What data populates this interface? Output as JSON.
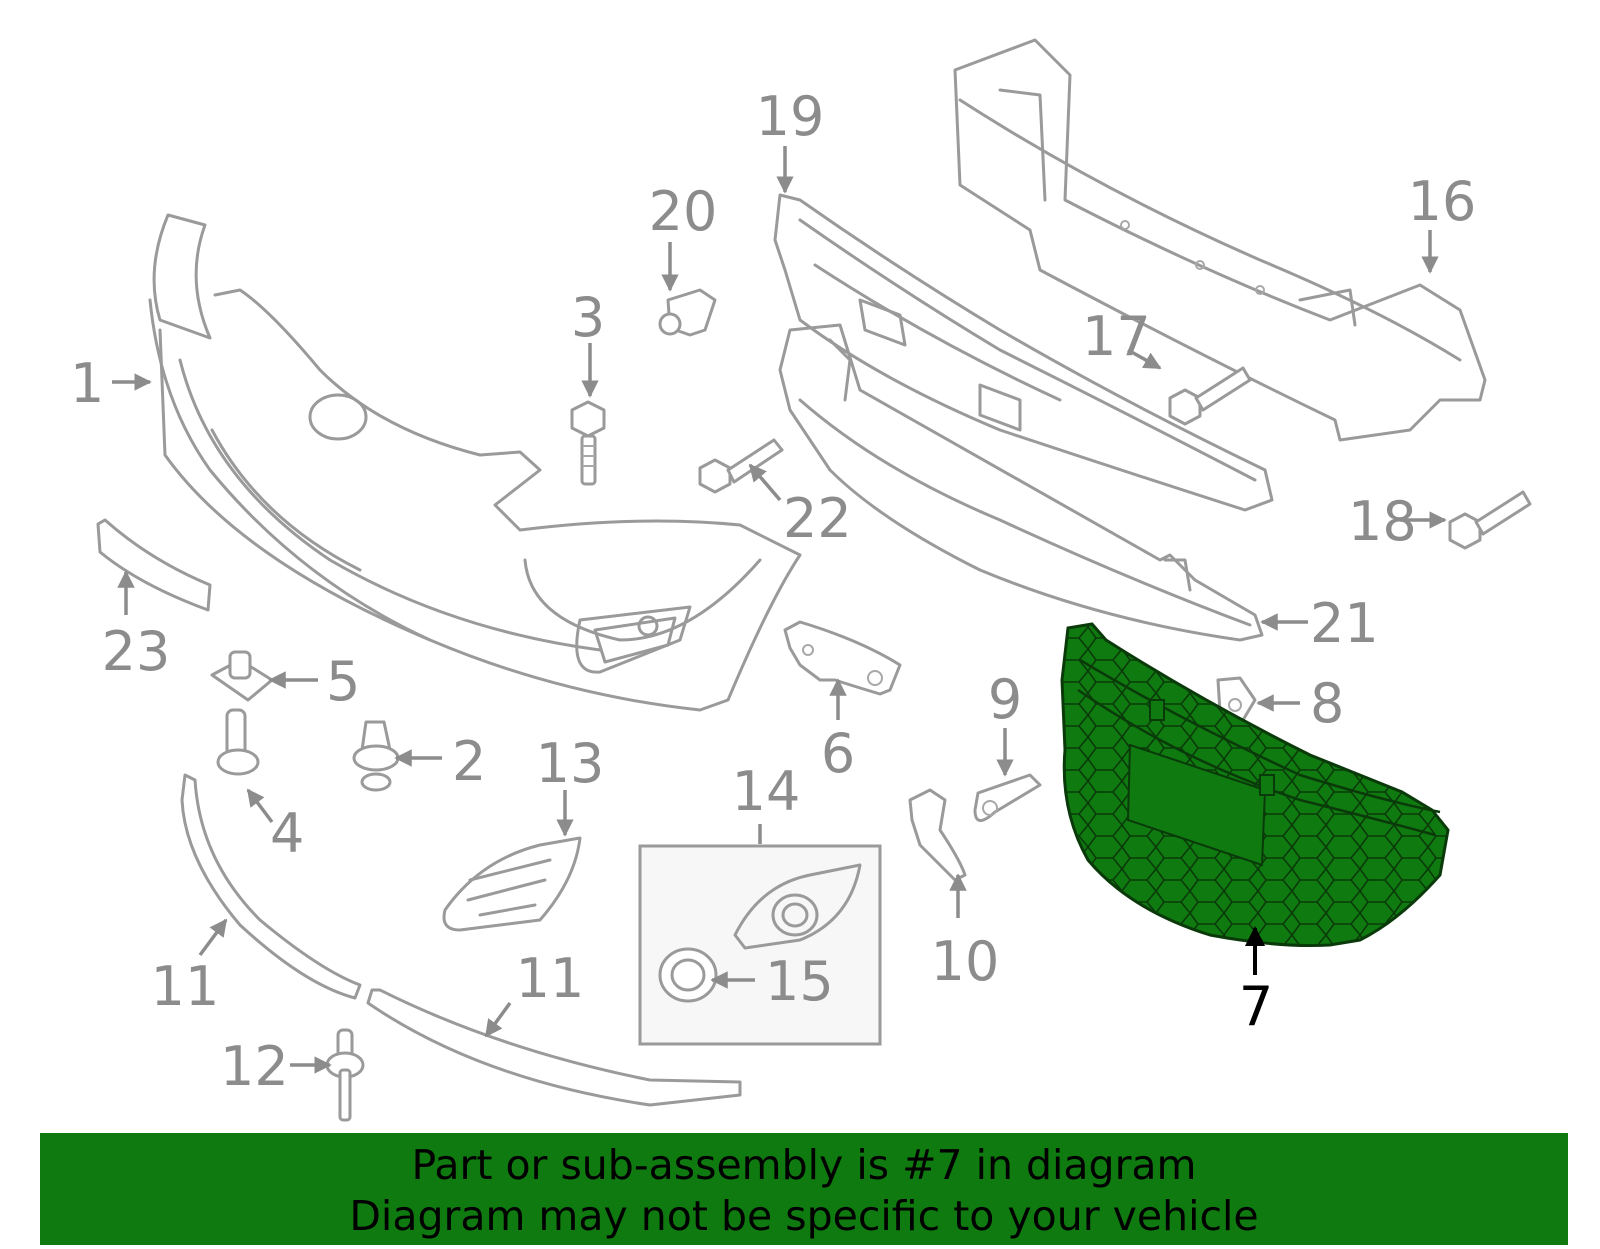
{
  "diagram": {
    "selected_part": "7",
    "highlight_color": "#0f7a0f",
    "part_color": "#9a9a9a",
    "callouts": [
      "1",
      "2",
      "3",
      "4",
      "5",
      "6",
      "7",
      "8",
      "9",
      "10",
      "11",
      "11",
      "12",
      "13",
      "14",
      "15",
      "16",
      "17",
      "18",
      "19",
      "20",
      "21",
      "22",
      "23"
    ]
  },
  "banner": {
    "line1": "Part or sub-assembly is #7 in diagram",
    "line2": "Diagram may not be specific to your vehicle"
  }
}
